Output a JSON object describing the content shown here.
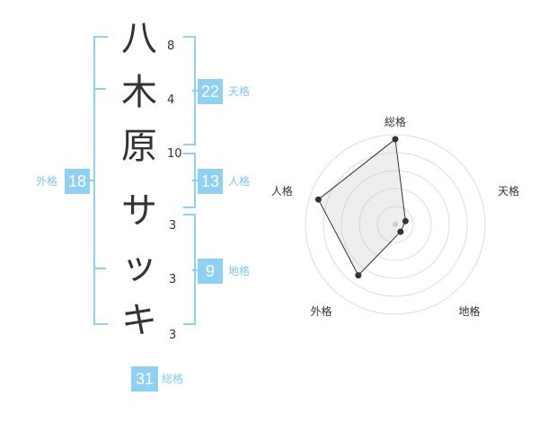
{
  "name": {
    "chars": [
      {
        "char": "八",
        "strokes": "8"
      },
      {
        "char": "木",
        "strokes": "4"
      },
      {
        "char": "原",
        "strokes": "10"
      },
      {
        "char": "サ",
        "strokes": "3"
      },
      {
        "char": "ッ",
        "strokes": "3"
      },
      {
        "char": "キ",
        "strokes": "3"
      }
    ]
  },
  "kaku": {
    "tenkaku": {
      "label": "天格",
      "value": "22"
    },
    "jinkaku": {
      "label": "人格",
      "value": "13"
    },
    "chikaku": {
      "label": "地格",
      "value": "9"
    },
    "gaikaku": {
      "label": "外格",
      "value": "18"
    },
    "soukaku": {
      "label": "総格",
      "value": "31"
    }
  },
  "colors": {
    "accent": "#8fd0f5",
    "label": "#7ec8f2",
    "text": "#333333"
  },
  "chart_data": {
    "type": "radar",
    "axes": [
      "総格",
      "天格",
      "地格",
      "外格",
      "人格"
    ],
    "values": [
      0.95,
      0.12,
      0.1,
      0.7,
      0.9
    ],
    "max": 1,
    "rings": 5
  }
}
